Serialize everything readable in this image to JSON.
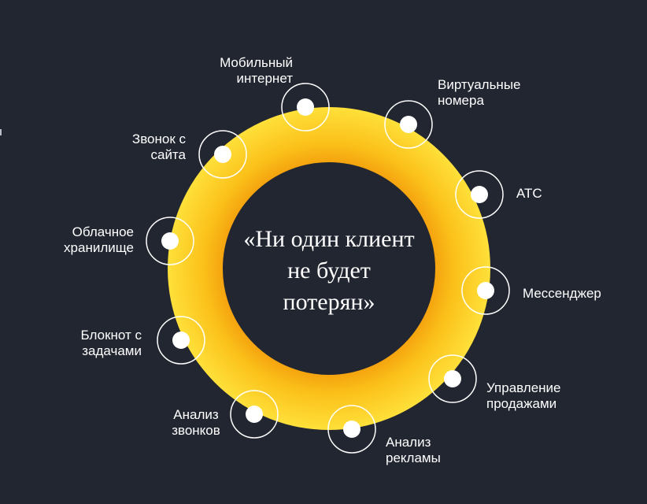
{
  "center": {
    "line1": "«Ни один клиент",
    "line2": "не будет",
    "line3": "потерян»"
  },
  "nodes": [
    {
      "id": "mobile-internet",
      "lines": [
        "Мобильный",
        "интернет"
      ]
    },
    {
      "id": "virtual-numbers",
      "lines": [
        "Виртуальные",
        "номера"
      ]
    },
    {
      "id": "ats",
      "lines": [
        "АТС"
      ]
    },
    {
      "id": "messenger",
      "lines": [
        "Мессенджер"
      ]
    },
    {
      "id": "sales-management",
      "lines": [
        "Управление",
        "продажами"
      ]
    },
    {
      "id": "ad-analysis",
      "lines": [
        "Анализ",
        "рекламы"
      ]
    },
    {
      "id": "call-analysis",
      "lines": [
        "Анализ",
        "звонков"
      ]
    },
    {
      "id": "task-notebook",
      "lines": [
        "Блокнот с",
        "задачами"
      ]
    },
    {
      "id": "cloud-storage",
      "lines": [
        "Облачное",
        "хранилище"
      ]
    },
    {
      "id": "website-call",
      "lines": [
        "Звонок с",
        "сайта"
      ]
    }
  ],
  "colors": {
    "background": "#222631",
    "ring_outer": "#fcd226",
    "ring_inner": "#f3a00d",
    "node": "#ffffff"
  }
}
